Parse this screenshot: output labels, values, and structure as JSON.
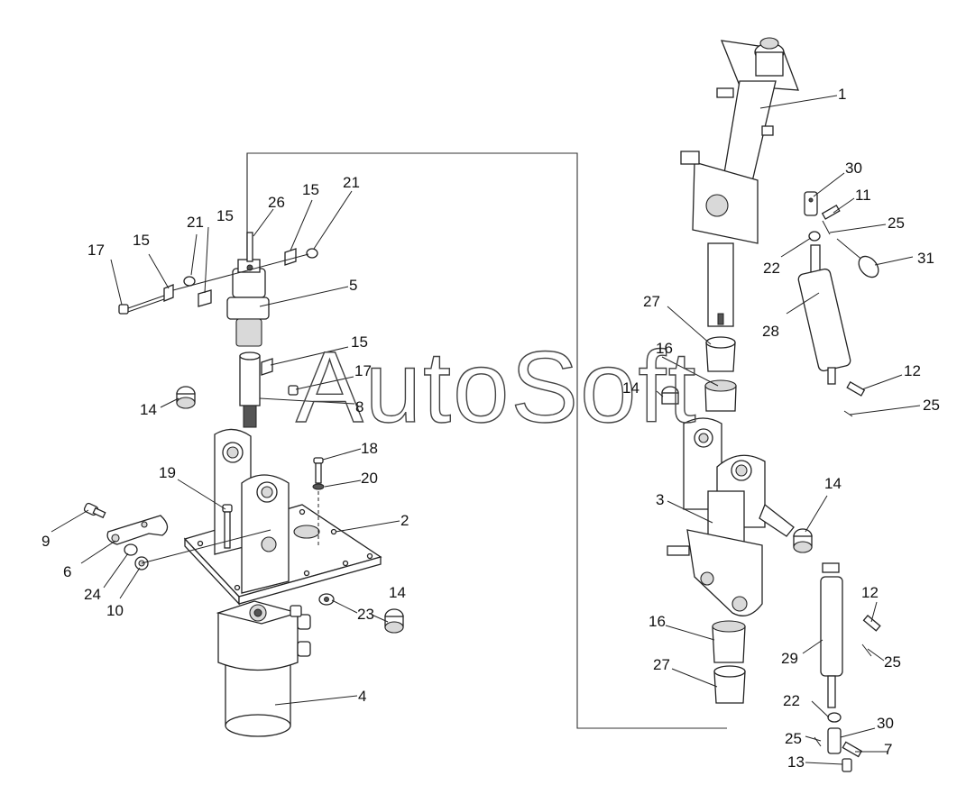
{
  "watermark": "AutoSoft",
  "labels": {
    "l1": "1",
    "l2": "2",
    "l3": "3",
    "l4": "4",
    "l5": "5",
    "l6": "6",
    "l7": "7",
    "l8": "8",
    "l9": "9",
    "l10": "10",
    "l11": "11",
    "l12a": "12",
    "l12b": "12",
    "l13": "13",
    "l14a": "14",
    "l14b": "14",
    "l14c": "14",
    "l14d": "14",
    "l15a": "15",
    "l15b": "15",
    "l15c": "15",
    "l15d": "15",
    "l16a": "16",
    "l16b": "16",
    "l17a": "17",
    "l17b": "17",
    "l18": "18",
    "l19": "19",
    "l20": "20",
    "l21a": "21",
    "l21b": "21",
    "l22a": "22",
    "l22b": "22",
    "l23": "23",
    "l24": "24",
    "l25a": "25",
    "l25b": "25",
    "l25c": "25",
    "l25d": "25",
    "l26": "26",
    "l27a": "27",
    "l27b": "27",
    "l28": "28",
    "l29": "29",
    "l30a": "30",
    "l30b": "30",
    "l31": "31"
  }
}
